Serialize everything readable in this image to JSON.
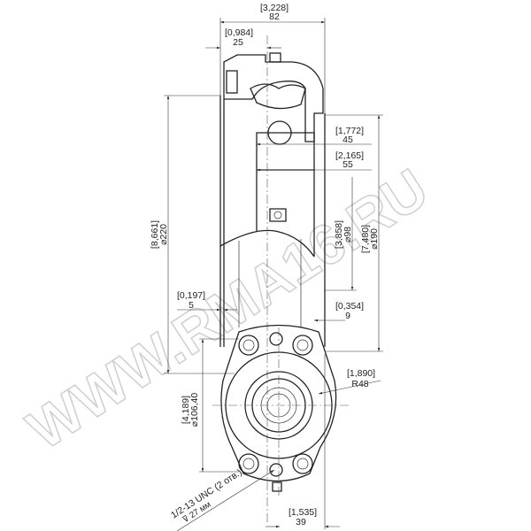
{
  "watermark": "WWW.RMA16.RU",
  "dimensions": {
    "overall_width": {
      "inch": "[3,228]",
      "mm": "82"
    },
    "flange_offset": {
      "inch": "[0,984]",
      "mm": "25"
    },
    "bore_45": {
      "inch": "[1,772]",
      "mm": "45"
    },
    "bore_55": {
      "inch": "[2,165]",
      "mm": "55"
    },
    "diameter_220": {
      "inch": "[8,661]",
      "mm": "⌀220"
    },
    "diameter_98": {
      "inch": "[3,858]",
      "mm": "⌀98"
    },
    "diameter_190": {
      "inch": "[7,480]",
      "mm": "⌀190"
    },
    "offset_5": {
      "inch": "[0,197]",
      "mm": "5"
    },
    "offset_9": {
      "inch": "[0,354]",
      "mm": "9"
    },
    "radius_48": {
      "inch": "[1,890]",
      "mm": "R48"
    },
    "diameter_106": {
      "inch": "[4,189]",
      "mm": "⌀106,40"
    },
    "offset_39": {
      "inch": "[1,535]",
      "mm": "39"
    }
  },
  "thread_note": {
    "line1": "1/2-13 UNC (2 отв.)",
    "line2": "⊽ 27 мм"
  }
}
